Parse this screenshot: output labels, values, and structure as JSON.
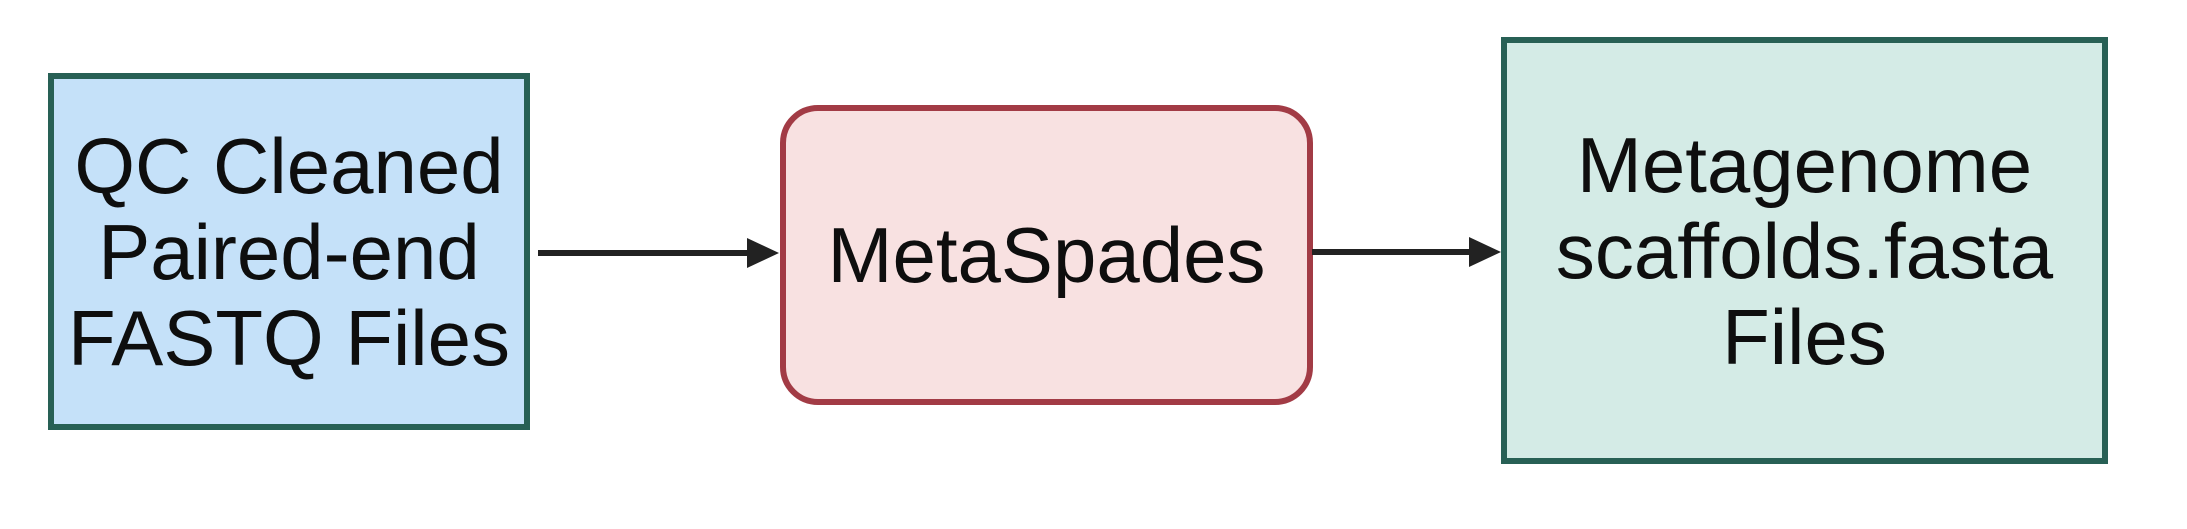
{
  "diagram": {
    "background_color": "#ffffff",
    "text_color": "#0e0e0e",
    "arrow_color": "#222222",
    "nodes": [
      {
        "id": "input",
        "label": "QC Cleaned\nPaired-end\nFASTQ Files",
        "shape": "rectangle",
        "fill": "#c5e1f9",
        "border": "#28605500"
      },
      {
        "id": "process",
        "label": "MetaSpades",
        "shape": "rounded-rectangle",
        "fill": "#f8e1e1",
        "border": "#a23b45"
      },
      {
        "id": "output",
        "label": "Metagenome\nscaffolds.fasta\nFiles",
        "shape": "rectangle",
        "fill": "#d4ebe6",
        "border": "#286055"
      }
    ],
    "node_border_colors": {
      "input": "#286055",
      "process": "#a23b45",
      "output": "#286055"
    },
    "edges": [
      {
        "from": "input",
        "to": "process",
        "direction": "right"
      },
      {
        "from": "process",
        "to": "output",
        "direction": "right"
      }
    ]
  }
}
